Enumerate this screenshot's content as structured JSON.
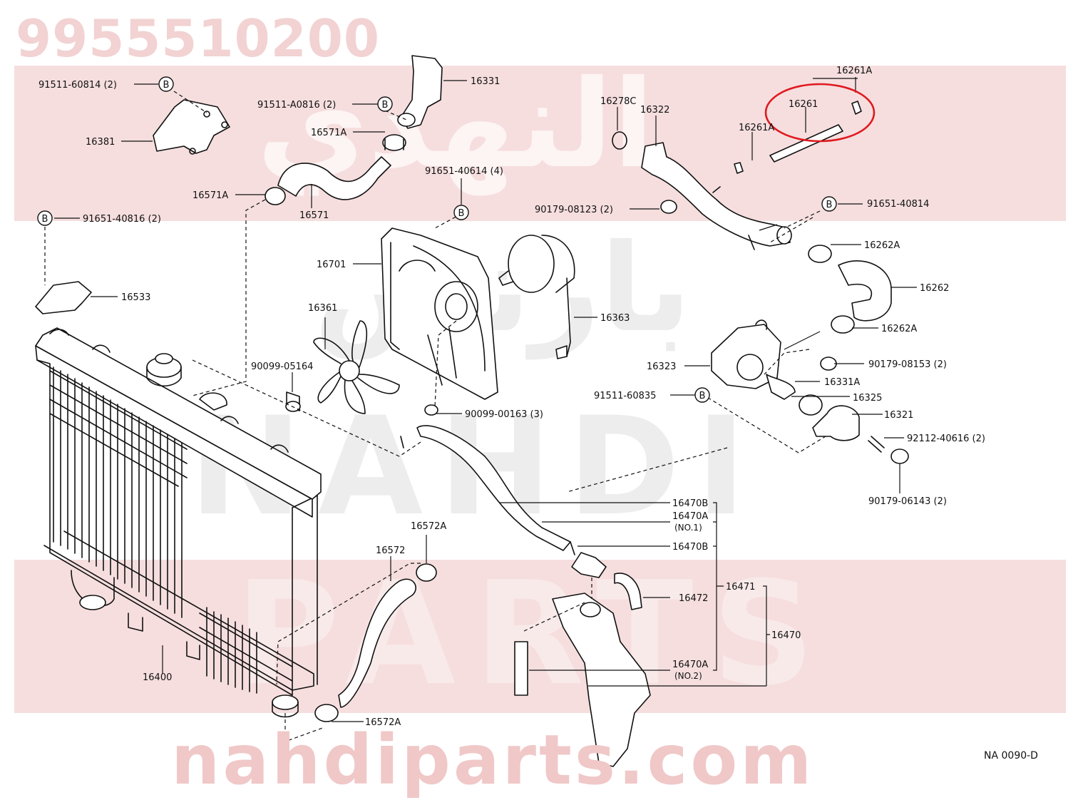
{
  "page": {
    "part_number": "9955510200",
    "watermark_arabic_1": "النهدي",
    "watermark_arabic_2": "بارتس",
    "watermark_latin_1": "NAHDI",
    "watermark_latin_2": "PARTS",
    "site": "nahdiparts.com",
    "diagram_code": "NA 0090-D"
  },
  "colors": {
    "highlight": "#e0191f",
    "watermark_band": "#f6dede",
    "line": "#111111"
  },
  "labels": {
    "l01": "91511-60814 (2)",
    "l02": "16381",
    "l03": "91511-A0816 (2)",
    "l04": "16331",
    "l05": "16571A",
    "l06": "16571A",
    "l07": "16571",
    "l08": "91651-40816 (2)",
    "l09": "16533",
    "l10": "16278C",
    "l11": "16322",
    "l12": "16261A",
    "l13": "16261",
    "l14": "16261A",
    "l15": "91651-40614 (4)",
    "l16": "90179-08123 (2)",
    "l17": "91651-40814",
    "l18": "16262A",
    "l19": "16262",
    "l20": "16262A",
    "l21": "16701",
    "l22": "16361",
    "l23": "16363",
    "l24": "90099-05164",
    "l25": "16323",
    "l26": "90179-08153 (2)",
    "l27": "16331A",
    "l28": "91511-60835",
    "l29": "16325",
    "l30": "16321",
    "l31": "90099-00163 (3)",
    "l32": "92112-40616 (2)",
    "l33": "90179-06143 (2)",
    "l34": "16470B",
    "l35": "16470A",
    "l36": "(NO.1)",
    "l37": "16470B",
    "l38": "16572A",
    "l39": "16572",
    "l40": "16471",
    "l41": "16472",
    "l42": "16470",
    "l43": "16400",
    "l44": "16470A",
    "l45": "(NO.2)",
    "l46": "16572A"
  },
  "markers": {
    "b": "B"
  }
}
